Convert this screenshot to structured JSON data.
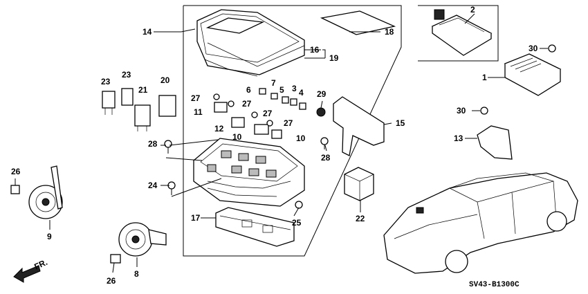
{
  "callouts": {
    "n1": "1",
    "n2": "2",
    "n4": "4",
    "n5": "5",
    "n6": "6",
    "n7": "7",
    "n8": "8",
    "n9": "9",
    "n3": "3",
    "n10a": "10",
    "n10b": "10",
    "n11": "11",
    "n12": "12",
    "n13": "13",
    "n14": "14",
    "n15": "15",
    "n16": "16",
    "n17": "17",
    "n18": "18",
    "n19": "19",
    "n20": "20",
    "n21": "21",
    "n22": "22",
    "n23a": "23",
    "n23b": "23",
    "n24": "24",
    "n25": "25",
    "n26a": "26",
    "n26b": "26",
    "n27a": "27",
    "n27b": "27",
    "n27c": "27",
    "n27d": "27",
    "n28a": "28",
    "n28b": "28",
    "n29": "29",
    "n30a": "30",
    "n30b": "30"
  },
  "direction_label": "FR.",
  "diagram_code": "SV43-B1300C"
}
